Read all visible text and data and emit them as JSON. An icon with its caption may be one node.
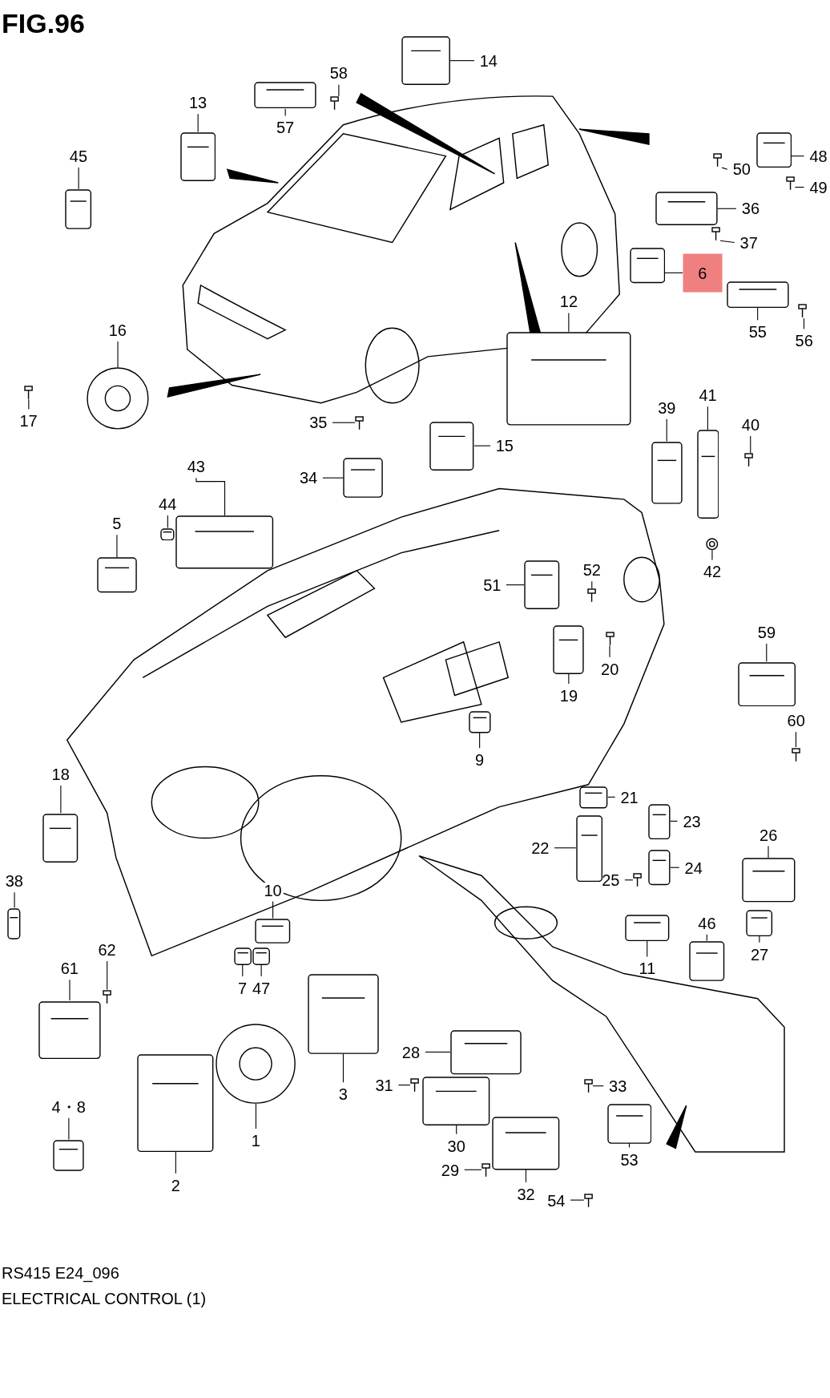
{
  "diagram": {
    "title": "FIG.96",
    "caption": "ELECTRICAL CONTROL (1)",
    "nodes": [
      {
        "text": [
          "58"
        ]
      },
      {
        "text": [
          "14"
        ]
      },
      {
        "text": [
          "13"
        ]
      },
      {
        "text": [
          "57"
        ]
      },
      {
        "text": [
          "45"
        ]
      },
      {
        "text": [
          "48"
        ]
      },
      {
        "text": [
          "50"
        ]
      },
      {
        "text": [
          "49"
        ]
      },
      {
        "text": [
          "36"
        ]
      },
      {
        "text": [
          "37"
        ]
      },
      {
        "text": [
          "6"
        ]
      },
      {
        "text": [
          "12"
        ]
      },
      {
        "text": [
          "55"
        ]
      },
      {
        "text": [
          "56"
        ]
      },
      {
        "text": [
          "16"
        ]
      },
      {
        "text": [
          "17"
        ]
      },
      {
        "text": [
          "41"
        ]
      },
      {
        "text": [
          "39"
        ]
      },
      {
        "text": [
          "35"
        ]
      },
      {
        "text": [
          "40"
        ]
      },
      {
        "text": [
          "15"
        ]
      },
      {
        "text": [
          "43"
        ]
      },
      {
        "text": [
          "34"
        ]
      },
      {
        "text": [
          "44"
        ]
      },
      {
        "text": [
          "5"
        ]
      },
      {
        "text": [
          "42"
        ]
      },
      {
        "text": [
          "52"
        ]
      },
      {
        "text": [
          "51"
        ]
      },
      {
        "text": [
          "59"
        ]
      },
      {
        "text": [
          "20"
        ]
      },
      {
        "text": [
          "19"
        ]
      },
      {
        "text": [
          "60"
        ]
      },
      {
        "text": [
          "9"
        ]
      },
      {
        "text": [
          "18"
        ]
      },
      {
        "text": [
          "21"
        ]
      },
      {
        "text": [
          "23"
        ]
      },
      {
        "text": [
          "26"
        ]
      },
      {
        "text": [
          "22"
        ]
      },
      {
        "text": [
          "24"
        ]
      },
      {
        "text": [
          "38"
        ]
      },
      {
        "text": [
          "25"
        ]
      },
      {
        "text": [
          "10"
        ]
      },
      {
        "text": [
          "46"
        ]
      },
      {
        "text": [
          "62"
        ]
      },
      {
        "text": [
          "27"
        ]
      },
      {
        "text": [
          "61"
        ]
      },
      {
        "text": [
          "11"
        ]
      },
      {
        "text": [
          "7"
        ]
      },
      {
        "text": [
          "47"
        ]
      },
      {
        "text": [
          "28"
        ]
      },
      {
        "text": [
          "31"
        ]
      },
      {
        "text": [
          "33"
        ]
      },
      {
        "text": [
          "3"
        ]
      },
      {
        "text": [
          "4・8"
        ]
      },
      {
        "text": [
          "1"
        ]
      },
      {
        "text": [
          "30"
        ]
      },
      {
        "text": [
          "53"
        ]
      },
      {
        "text": [
          "29"
        ]
      },
      {
        "text": [
          "2"
        ]
      },
      {
        "text": [
          "32"
        ]
      },
      {
        "text": [
          "54"
        ]
      },
      {
        "text": [],
        "shape": "picture"
      },
      {
        "text": [],
        "shape": "picture"
      },
      {
        "text": [],
        "shape": "picture"
      },
      {
        "text": [],
        "shape": "picture"
      },
      {
        "text": [],
        "shape": "picture"
      },
      {
        "text": [],
        "shape": "picture"
      },
      {
        "text": [],
        "shape": "picture"
      },
      {
        "text": [],
        "shape": "picture"
      },
      {
        "text": [],
        "shape": "picture"
      },
      {
        "text": [],
        "shape": "picture"
      },
      {
        "text": [],
        "shape": "picture"
      },
      {
        "text": [],
        "shape": "picture"
      },
      {
        "text": [],
        "shape": "picture"
      },
      {
        "text": [],
        "shape": "picture"
      },
      {
        "text": [],
        "shape": "picture"
      },
      {
        "text": [],
        "shape": "picture"
      },
      {
        "text": [],
        "shape": "picture"
      },
      {
        "text": [],
        "shape": "picture"
      },
      {
        "text": [],
        "shape": "picture"
      },
      {
        "text": [],
        "shape": "picture"
      },
      {
        "text": [],
        "shape": "picture"
      },
      {
        "text": [],
        "shape": "picture"
      },
      {
        "text": [],
        "shape": "picture"
      },
      {
        "text": [],
        "shape": "picture"
      },
      {
        "text": [],
        "shape": "picture"
      },
      {
        "text": [],
        "shape": "picture"
      },
      {
        "text": [],
        "shape": "picture"
      },
      {
        "text": [],
        "shape": "picture"
      },
      {
        "text": [],
        "shape": "picture"
      },
      {
        "text": [],
        "shape": "picture"
      },
      {
        "text": [],
        "shape": "picture"
      },
      {
        "text": [],
        "shape": "picture"
      },
      {
        "text": [],
        "shape": "picture"
      },
      {
        "text": [],
        "shape": "picture"
      },
      {
        "text": [],
        "shape": "picture"
      },
      {
        "text": [],
        "shape": "picture"
      },
      {
        "text": [],
        "shape": "picture"
      },
      {
        "text": [],
        "shape": "picture"
      },
      {
        "text": [],
        "shape": "picture"
      },
      {
        "text": [],
        "shape": "picture"
      },
      {
        "text": [],
        "shape": "picture"
      },
      {
        "text": [],
        "shape": "picture"
      },
      {
        "text": [],
        "shape": "picture"
      },
      {
        "text": [],
        "shape": "picture"
      },
      {
        "text": [],
        "shape": "picture"
      },
      {
        "text": [],
        "shape": "picture"
      },
      {
        "text": [],
        "shape": "picture"
      },
      {
        "text": [],
        "shape": "picture"
      },
      {
        "text": [],
        "shape": "picture"
      },
      {
        "text": [],
        "shape": "picture"
      },
      {
        "text": [],
        "shape": "picture"
      },
      {
        "text": [],
        "shape": "picture"
      },
      {
        "text": [],
        "shape": "picture"
      },
      {
        "text": [],
        "shape": "picture"
      },
      {
        "text": [],
        "shape": "picture"
      },
      {
        "text": [],
        "shape": "picture"
      },
      {
        "text": [],
        "shape": "picture"
      },
      {
        "text": [],
        "shape": "picture"
      },
      {
        "text": [],
        "shape": "picture"
      },
      {
        "text": [],
        "shape": "picture"
      },
      {
        "text": [],
        "shape": "picture"
      }
    ],
    "edges": [
      {
        "from": 0,
        "to": 61,
        "arrow": "none"
      },
      {
        "from": 1,
        "to": 62,
        "arrow": "none"
      },
      {
        "from": 2,
        "to": 63,
        "arrow": "none"
      },
      {
        "from": 3,
        "to": 64,
        "arrow": "none"
      },
      {
        "from": 4,
        "to": 65,
        "arrow": "none"
      },
      {
        "from": 5,
        "to": 66,
        "arrow": "none"
      },
      {
        "from": 6,
        "to": 67,
        "arrow": "none"
      },
      {
        "from": 7,
        "to": 68,
        "arrow": "none"
      },
      {
        "from": 8,
        "to": 69,
        "arrow": "none"
      },
      {
        "from": 9,
        "to": 70,
        "arrow": "none"
      },
      {
        "from": 10,
        "to": 71,
        "arrow": "none"
      },
      {
        "from": 11,
        "to": 72,
        "arrow": "none"
      },
      {
        "from": 12,
        "to": 73,
        "arrow": "none"
      },
      {
        "from": 13,
        "to": 74,
        "arrow": "none"
      },
      {
        "from": 14,
        "to": 75,
        "arrow": "none"
      },
      {
        "from": 15,
        "to": 76,
        "arrow": "none"
      },
      {
        "from": 16,
        "to": 77,
        "arrow": "none"
      },
      {
        "from": 17,
        "to": 78,
        "arrow": "none"
      },
      {
        "from": 18,
        "to": 79,
        "arrow": "none"
      },
      {
        "from": 19,
        "to": 80,
        "arrow": "none"
      },
      {
        "from": 20,
        "to": 81,
        "arrow": "none"
      },
      {
        "from": 21,
        "to": 82,
        "arrow": "none"
      },
      {
        "from": 22,
        "to": 83,
        "arrow": "none"
      },
      {
        "from": 23,
        "to": 84,
        "arrow": "none"
      },
      {
        "from": 24,
        "to": 85,
        "arrow": "none"
      },
      {
        "from": 25,
        "to": 86,
        "arrow": "none"
      },
      {
        "from": 26,
        "to": 87,
        "arrow": "none"
      },
      {
        "from": 27,
        "to": 88,
        "arrow": "none"
      },
      {
        "from": 28,
        "to": 89,
        "arrow": "none"
      },
      {
        "from": 29,
        "to": 90,
        "arrow": "none"
      },
      {
        "from": 30,
        "to": 91,
        "arrow": "none"
      },
      {
        "from": 31,
        "to": 92,
        "arrow": "none"
      },
      {
        "from": 32,
        "to": 93,
        "arrow": "none"
      },
      {
        "from": 33,
        "to": 94,
        "arrow": "none"
      },
      {
        "from": 34,
        "to": 95,
        "arrow": "none"
      },
      {
        "from": 35,
        "to": 96,
        "arrow": "none"
      },
      {
        "from": 36,
        "to": 97,
        "arrow": "none"
      },
      {
        "from": 37,
        "to": 98,
        "arrow": "none"
      },
      {
        "from": 38,
        "to": 99,
        "arrow": "none"
      },
      {
        "from": 39,
        "to": 100,
        "arrow": "none"
      },
      {
        "from": 40,
        "to": 101,
        "arrow": "none"
      },
      {
        "from": 41,
        "to": 102,
        "arrow": "none"
      },
      {
        "from": 42,
        "to": 103,
        "arrow": "none"
      },
      {
        "from": 43,
        "to": 104,
        "arrow": "none"
      },
      {
        "from": 44,
        "to": 105,
        "arrow": "none"
      },
      {
        "from": 45,
        "to": 106,
        "arrow": "none"
      },
      {
        "from": 46,
        "to": 107,
        "arrow": "none"
      },
      {
        "from": 47,
        "to": 108,
        "arrow": "none"
      },
      {
        "from": 48,
        "to": 109,
        "arrow": "none"
      },
      {
        "from": 49,
        "to": 110,
        "arrow": "none"
      },
      {
        "from": 50,
        "to": 111,
        "arrow": "none"
      },
      {
        "from": 51,
        "to": 112,
        "arrow": "none"
      },
      {
        "from": 52,
        "to": 113,
        "arrow": "none"
      },
      {
        "from": 53,
        "to": 114,
        "arrow": "none"
      },
      {
        "from": 54,
        "to": 115,
        "arrow": "none"
      },
      {
        "from": 55,
        "to": 116,
        "arrow": "none"
      },
      {
        "from": 56,
        "to": 117,
        "arrow": "none"
      },
      {
        "from": 57,
        "to": 118,
        "arrow": "none"
      },
      {
        "from": 58,
        "to": 119,
        "arrow": "none"
      },
      {
        "from": 59,
        "to": 120,
        "arrow": "none"
      },
      {
        "from": 60,
        "to": 121,
        "arrow": "none"
      }
    ],
    "labels": [
      "RS415 E24_096"
    ]
  }
}
